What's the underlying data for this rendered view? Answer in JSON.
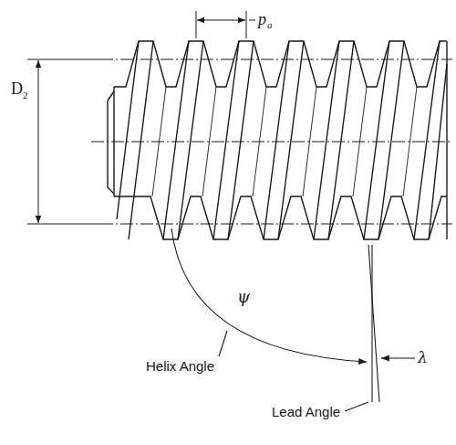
{
  "diagram": {
    "labels": [
      "p",
      "a",
      "D",
      "2",
      "ψ",
      "Helix Angle",
      "λ",
      "Lead Angle"
    ]
  }
}
